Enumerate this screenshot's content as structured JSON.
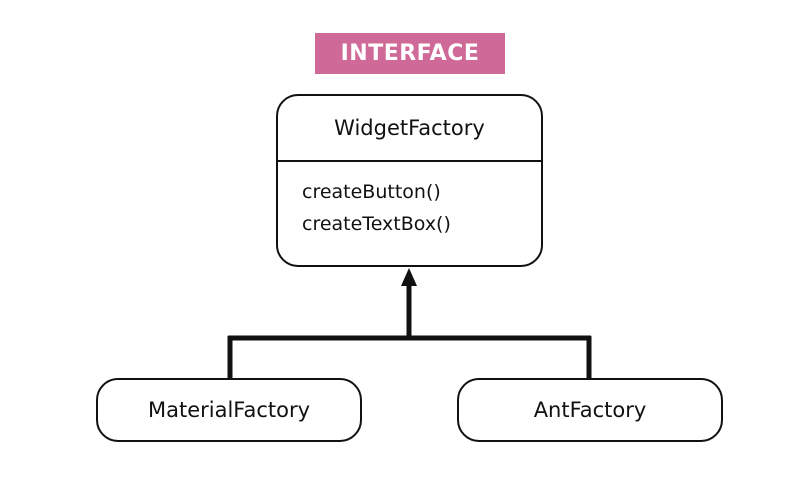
{
  "stereotype": {
    "label": "INTERFACE",
    "color": "#cf6998"
  },
  "interface": {
    "name": "WidgetFactory",
    "methods": [
      "createButton()",
      "createTextBox()"
    ]
  },
  "implementations": [
    {
      "name": "MaterialFactory"
    },
    {
      "name": "AntFactory"
    }
  ],
  "relationship": "realization"
}
